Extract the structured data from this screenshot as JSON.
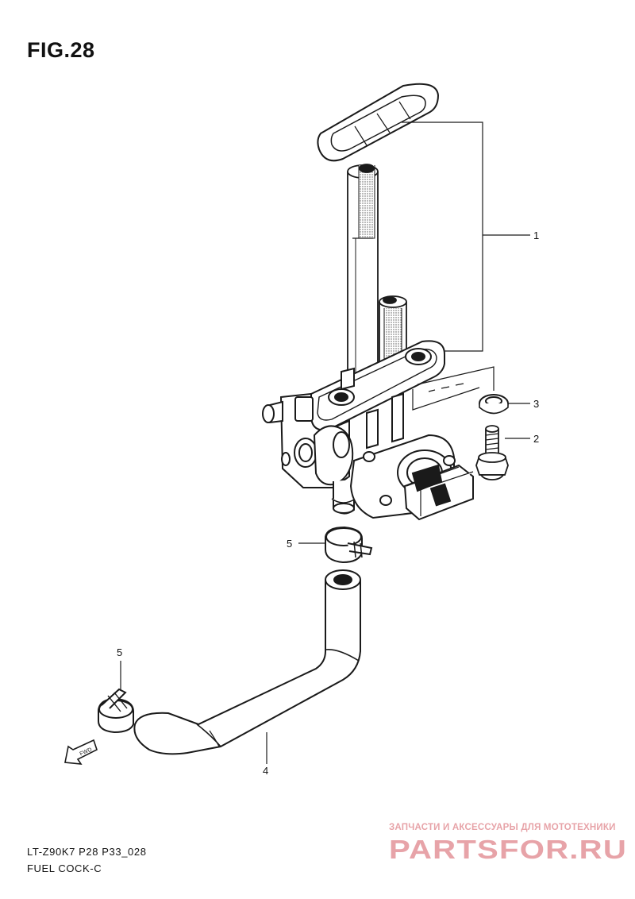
{
  "figure": {
    "title": "FIG.28"
  },
  "callouts": {
    "c1": "1",
    "c2": "2",
    "c3": "3",
    "c4": "4",
    "c5a": "5",
    "c5b": "5"
  },
  "fwd_label": "FWD",
  "footer": {
    "model_line": "LT-Z90K7 P28 P33_028",
    "name_line": "FUEL COCK-C"
  },
  "watermark": {
    "tagline": "ЗАПЧАСТИ И АКСЕССУАРЫ ДЛЯ МОТОТЕХНИКИ",
    "logo": "PARTSFOR.RU",
    "color": "#e7a3a8"
  },
  "colors": {
    "line": "#1a1a1a",
    "stipple": "#6a6a6a"
  }
}
